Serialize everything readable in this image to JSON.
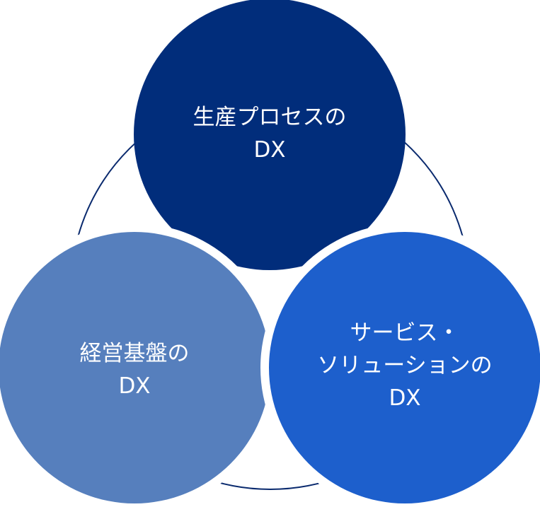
{
  "diagram": {
    "ring_color": "#0a2a6e",
    "circles": [
      {
        "id": "production",
        "color": "#012d7b",
        "lines": [
          "生産プロセスの",
          "DX"
        ]
      },
      {
        "id": "management",
        "color": "#567fbd",
        "lines": [
          "経営基盤の",
          "DX"
        ]
      },
      {
        "id": "service",
        "color": "#1d5fcc",
        "lines": [
          "サービス・",
          "ソリューションの",
          "DX"
        ]
      }
    ]
  }
}
